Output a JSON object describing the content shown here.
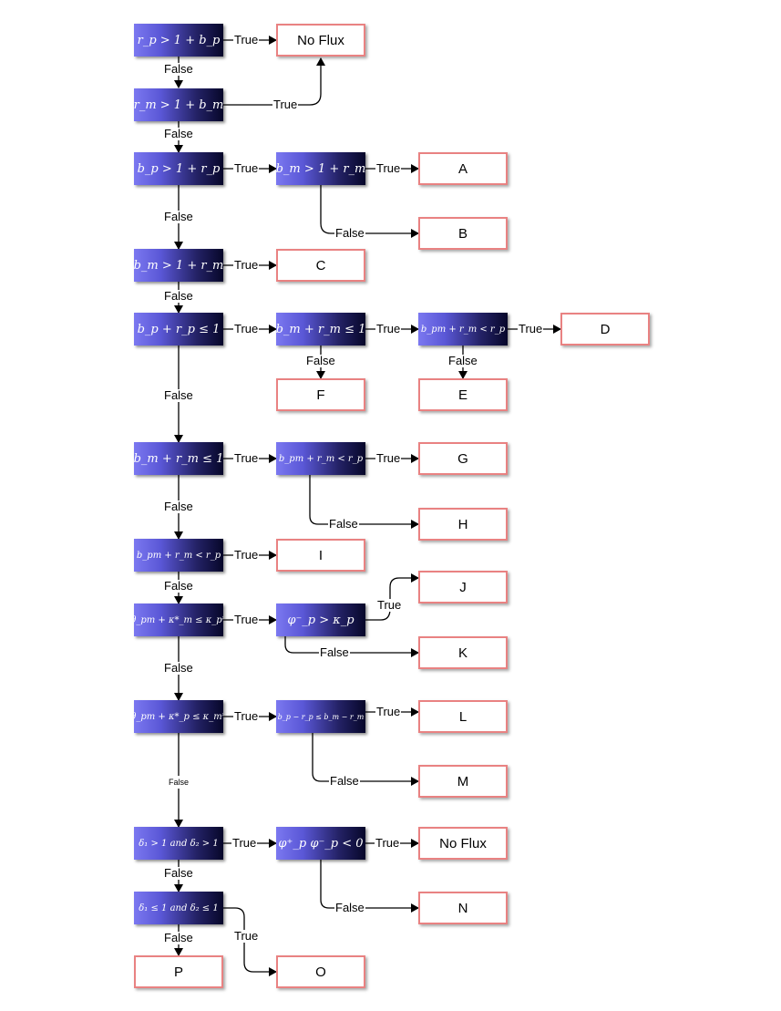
{
  "conditions": {
    "c1": "r_p > 1 + b_p",
    "c2": "r_m > 1 + b_m",
    "c3": "b_p > 1 + r_p",
    "c4": "b_m > 1 + r_m",
    "c5": "b_m > 1 + r_m",
    "c6": "b_p + r_p ≤ 1",
    "c7": "b_m + r_m ≤ 1",
    "c8": "b_pm + r_m < r_p",
    "c9": "b_m + r_m ≤ 1",
    "c10": "b_pm + r_m < r_p",
    "c11": "b_pm + r_m < r_p",
    "c12": "θ_pm + κ*_m ≤ κ_p*",
    "c13": "φ⁻_p > κ_p",
    "c14": "θ_pm + κ*_p ≤ κ_m*",
    "c15": "b_p − r_p ≤ b_m − r_m",
    "c16": "δ₁ > 1 and δ₂ > 1",
    "c17": "φ⁺_p φ⁻_p < 0",
    "c18": "δ₁ ≤ 1 and δ₂ ≤ 1"
  },
  "outcomes": {
    "noflux1": "No Flux",
    "A": "A",
    "B": "B",
    "C": "C",
    "D": "D",
    "E": "E",
    "F": "F",
    "G": "G",
    "H": "H",
    "I": "I",
    "J": "J",
    "K": "K",
    "L": "L",
    "M": "M",
    "noflux2": "No Flux",
    "N": "N",
    "O": "O",
    "P": "P"
  },
  "labels": {
    "true": "True",
    "false": "False"
  }
}
